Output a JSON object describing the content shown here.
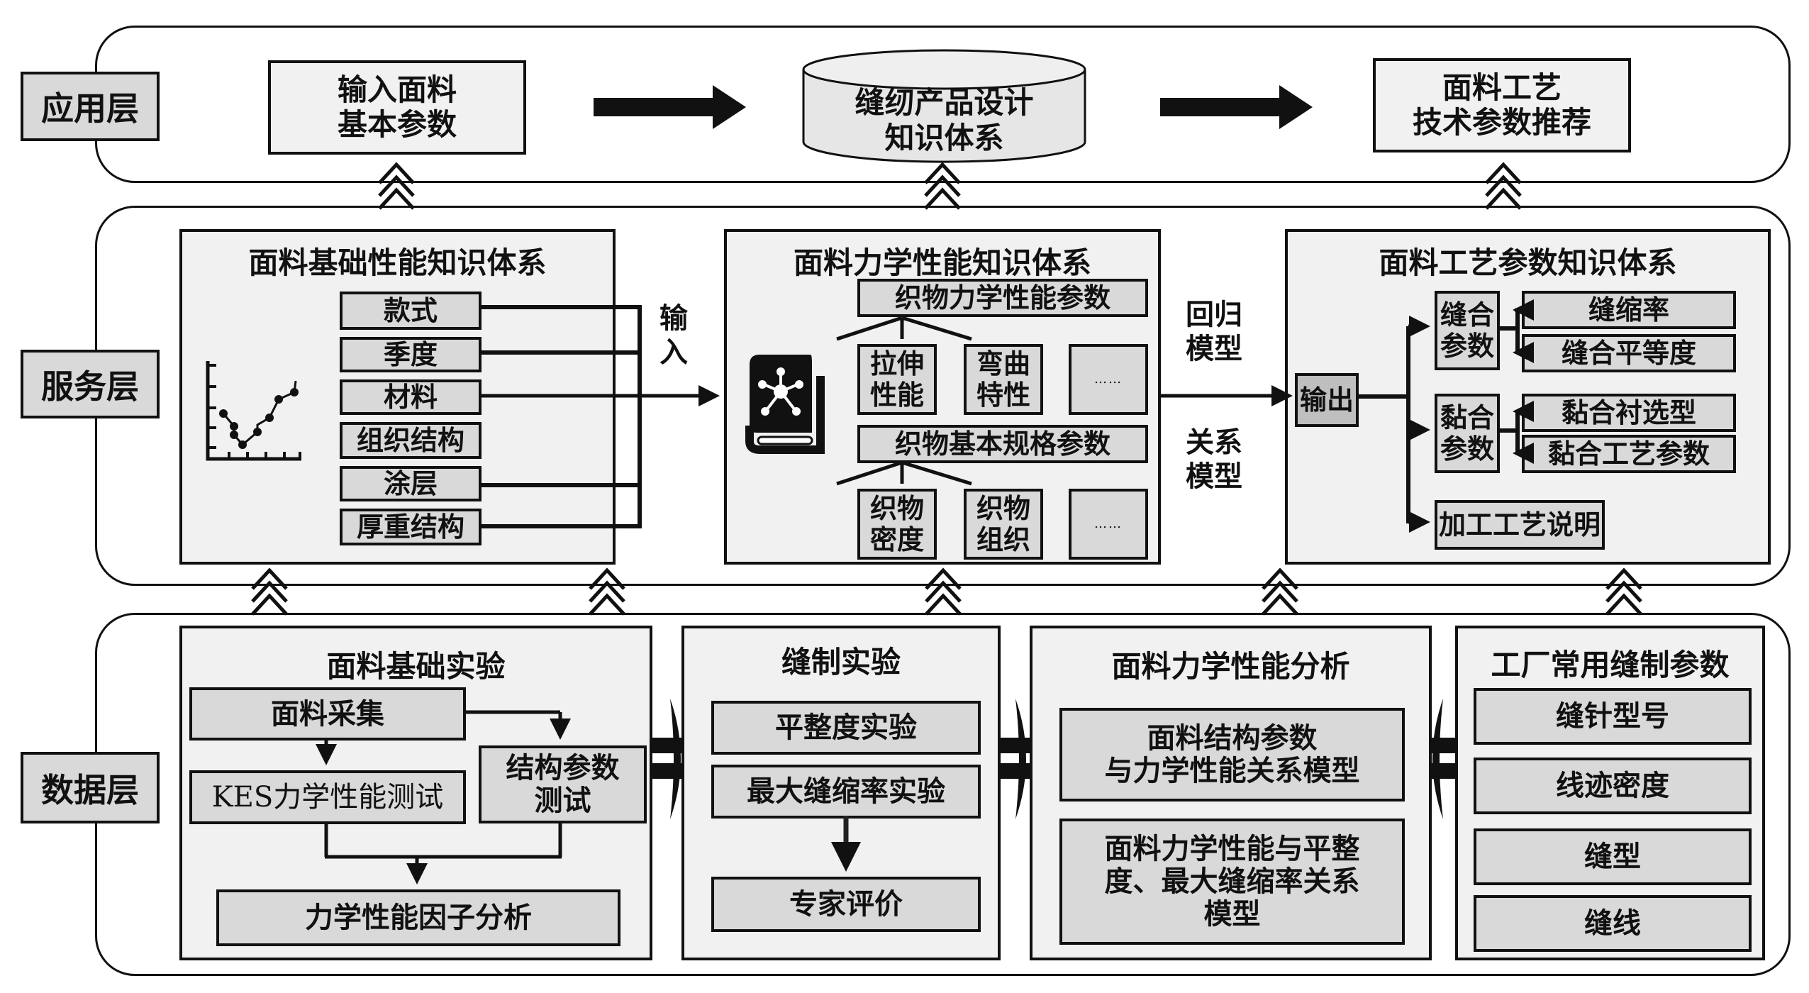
{
  "layers": {
    "application": {
      "label": "应用层",
      "input_box": [
        "输入面料",
        "基本参数"
      ],
      "knowledge_db": [
        "缝纫产品设计",
        "知识体系"
      ],
      "recommend_box": [
        "面料工艺",
        "技术参数推荐"
      ]
    },
    "service": {
      "label": "服务层",
      "basic_panel": {
        "title": "面料基础性能知识体系",
        "items": [
          "款式",
          "季度",
          "材料",
          "组织结构",
          "涂层",
          "厚重结构"
        ],
        "chart_icon": "line-chart-icon"
      },
      "input_label": [
        "输",
        "入"
      ],
      "mechanics_panel": {
        "title": "面料力学性能知识体系",
        "icon": "knowledge-book-icon",
        "group1": {
          "header": "织物力学性能参数",
          "children": [
            [
              "拉伸",
              "性能"
            ],
            [
              "弯曲",
              "特性"
            ],
            [
              "……"
            ]
          ]
        },
        "group2": {
          "header": "织物基本规格参数",
          "children": [
            [
              "织物",
              "密度"
            ],
            [
              "织物",
              "组织"
            ],
            [
              "……"
            ]
          ]
        }
      },
      "regression_label": [
        "回归",
        "模型"
      ],
      "relation_label": [
        "关系",
        "模型"
      ],
      "process_panel": {
        "title": "面料工艺参数知识体系",
        "output": "输出",
        "sewing": {
          "label": [
            "缝合",
            "参数"
          ],
          "children": [
            "缝缩率",
            "缝合平等度"
          ]
        },
        "bonding": {
          "label": [
            "黏合",
            "参数"
          ],
          "children": [
            "黏合衬选型",
            "黏合工艺参数"
          ]
        },
        "process_note": "加工工艺说明"
      }
    },
    "data": {
      "label": "数据层",
      "fabric_basic": {
        "title": "面料基础实验",
        "collect": "面料采集",
        "kes": "KES力学性能测试",
        "struct_test": [
          "结构参数",
          "测试"
        ],
        "factor": "力学性能因子分析"
      },
      "sewing_exp": {
        "title": "缝制实验",
        "items": [
          "平整度实验",
          "最大缝缩率实验",
          "专家评价"
        ]
      },
      "mech_analysis": {
        "title": "面料力学性能分析",
        "model1": [
          "面料结构参数",
          "与力学性能关系模型"
        ],
        "model2": [
          "面料力学性能与平整",
          "度、最大缝缩率关系",
          "模型"
        ]
      },
      "factory_params": {
        "title": "工厂常用缝制参数",
        "items": [
          "缝针型号",
          "线迹密度",
          "缝型",
          "缝线"
        ]
      }
    }
  }
}
